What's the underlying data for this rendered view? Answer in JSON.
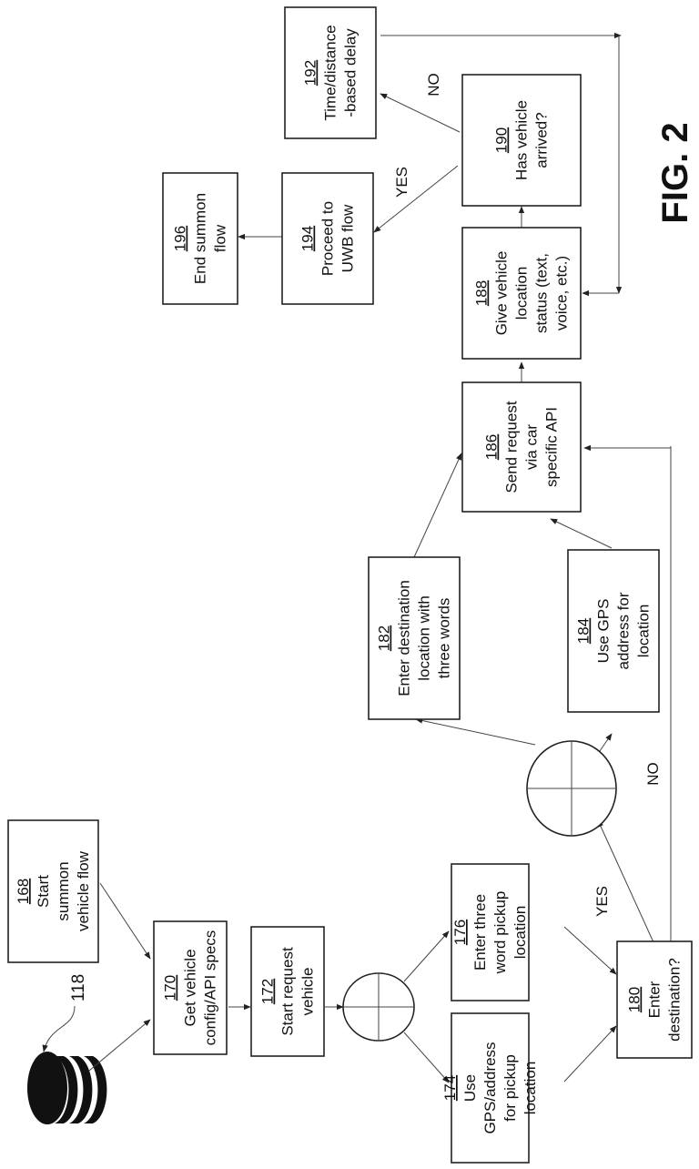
{
  "figure_label": "FIG. 2",
  "database_ref": "118",
  "nodes": {
    "n168": {
      "num": "168",
      "lines": [
        "Start",
        "summon",
        "vehicle flow"
      ]
    },
    "n170": {
      "num": "170",
      "lines": [
        "Get vehicle",
        "config/API specs"
      ]
    },
    "n172": {
      "num": "172",
      "lines": [
        "Start request",
        "vehicle"
      ]
    },
    "n174": {
      "num": "174",
      "lines": [
        "Use",
        "GPS/address",
        "for pickup",
        "location"
      ]
    },
    "n176": {
      "num": "176",
      "lines": [
        "Enter three",
        "word pickup",
        "location"
      ]
    },
    "n180": {
      "num": "180",
      "lines": [
        "Enter",
        "destination?"
      ]
    },
    "n182": {
      "num": "182",
      "lines": [
        "Enter destination",
        "location with",
        "three words"
      ]
    },
    "n184": {
      "num": "184",
      "lines": [
        "Use GPS",
        "address for",
        "location"
      ]
    },
    "n186": {
      "num": "186",
      "lines": [
        "Send request",
        "via car",
        "specific API"
      ]
    },
    "n188": {
      "num": "188",
      "lines": [
        "Give vehicle",
        "location",
        "status (text,",
        "voice, etc.)"
      ]
    },
    "n190": {
      "num": "190",
      "lines": [
        "Has vehicle",
        "arrived?"
      ]
    },
    "n192": {
      "num": "192",
      "lines": [
        "Time/distance",
        "-based delay"
      ]
    },
    "n194": {
      "num": "194",
      "lines": [
        "Proceed to",
        "UWB flow"
      ]
    },
    "n196": {
      "num": "196",
      "lines": [
        "End summon",
        "flow"
      ]
    }
  },
  "edge_labels": {
    "yes_180": "YES",
    "no_180": "NO",
    "yes_190": "YES",
    "no_190": "NO"
  }
}
